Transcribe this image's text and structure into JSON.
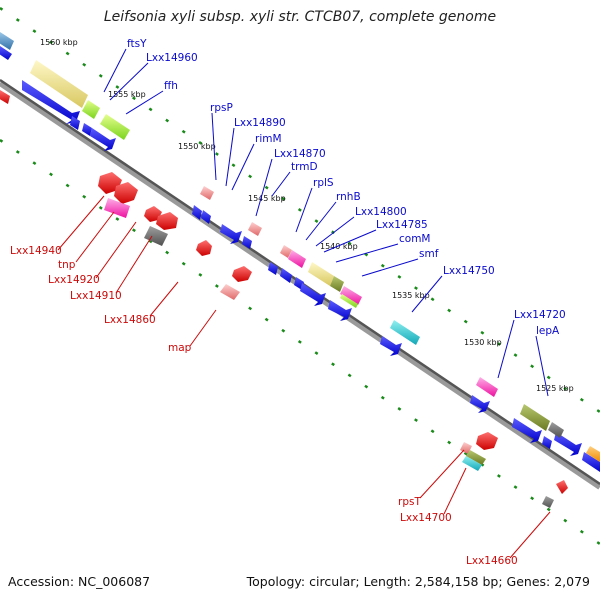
{
  "title": "Leifsonia xyli subsp. xyli str. CTCB07, complete genome",
  "footer": {
    "accession": "Accession: NC_006087",
    "topology": "Topology: circular; Length: 2,584,158 bp; Genes: 2,079"
  },
  "colors": {
    "forward": "#0a0aff",
    "reverse": "#ee0a0a",
    "label_forward": "#0a0acc",
    "label_reverse": "#cc0a0a"
  },
  "kbp_ticks": [
    "1560 kbp",
    "1555 kbp",
    "1550 kbp",
    "1545 kbp",
    "1540 kbp",
    "1535 kbp",
    "1530 kbp",
    "1525 kbp"
  ],
  "forward_labels": [
    "ftsY",
    "Lxx14960",
    "ffh",
    "rpsP",
    "Lxx14890",
    "rimM",
    "Lxx14870",
    "trmD",
    "rplS",
    "rnhB",
    "Lxx14800",
    "Lxx14785",
    "comM",
    "smf",
    "Lxx14750",
    "Lxx14720",
    "lepA"
  ],
  "reverse_labels": [
    "Lxx14940",
    "tnp",
    "Lxx14920",
    "Lxx14910",
    "Lxx14860",
    "map",
    "rpsT",
    "Lxx14700",
    "Lxx14660"
  ]
}
